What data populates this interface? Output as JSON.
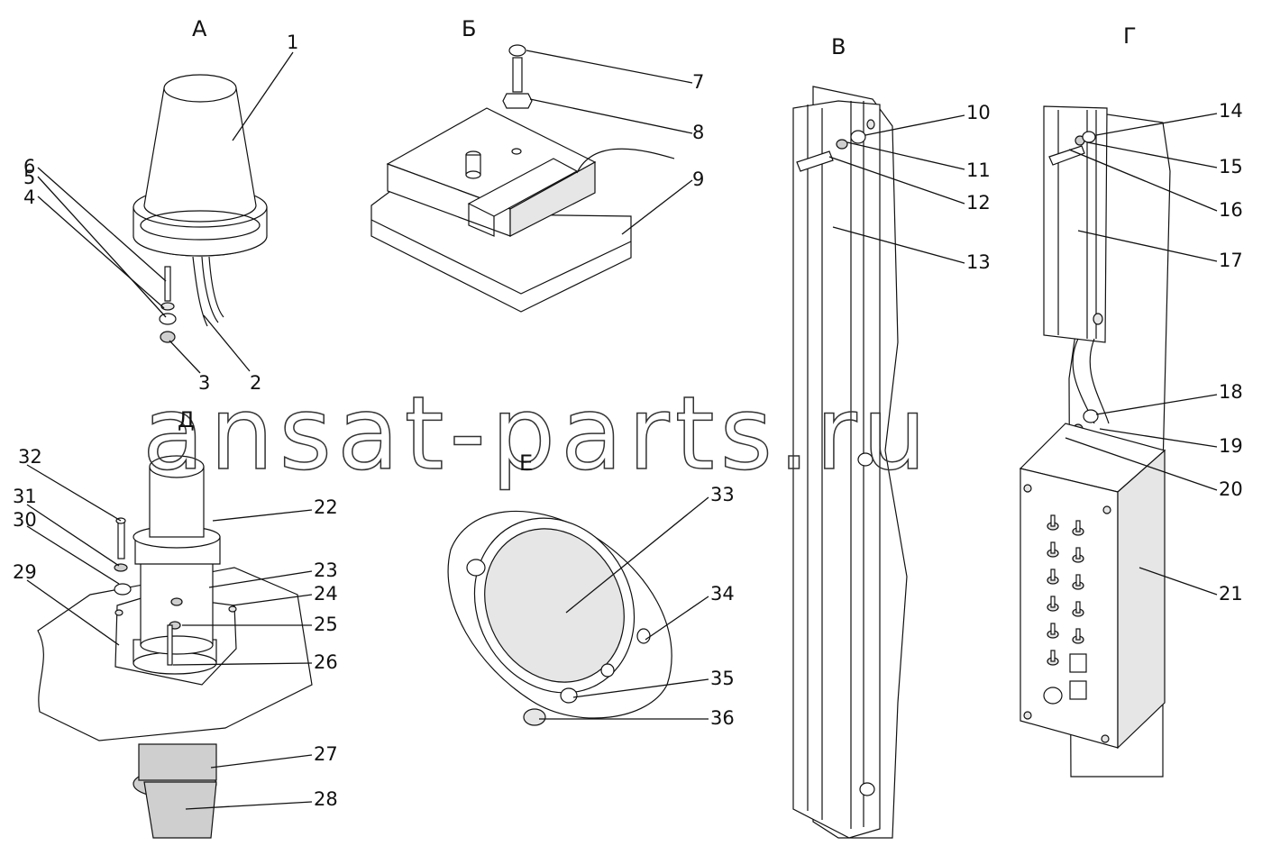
{
  "watermark": "ansat-parts.ru",
  "sections": {
    "a": "А",
    "b": "Б",
    "v": "В",
    "g": "Г",
    "d": "Д",
    "e": "Е"
  },
  "callouts": [
    "1",
    "2",
    "3",
    "4",
    "5",
    "6",
    "7",
    "8",
    "9",
    "10",
    "11",
    "12",
    "13",
    "14",
    "15",
    "16",
    "17",
    "18",
    "19",
    "20",
    "21",
    "22",
    "23",
    "24",
    "25",
    "26",
    "27",
    "28",
    "29",
    "30",
    "31",
    "32",
    "33",
    "34",
    "35",
    "36"
  ]
}
